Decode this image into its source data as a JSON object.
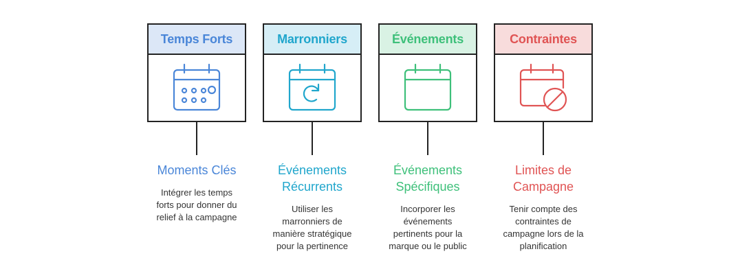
{
  "columns": [
    {
      "header": "Temps Forts",
      "icon": "calendar-dots-icon",
      "title_lines": [
        "Moments Clés"
      ],
      "desc_lines": [
        "Intégrer les temps",
        "forts pour donner du",
        "relief à la campagne"
      ],
      "color": "#4a86d8",
      "bg": "#dce7f7"
    },
    {
      "header": "Marronniers",
      "icon": "calendar-refresh-icon",
      "title_lines": [
        "Événements",
        "Récurrents"
      ],
      "desc_lines": [
        "Utiliser les",
        "marronniers de",
        "manière stratégique",
        "pour la pertinence"
      ],
      "color": "#20a6cc",
      "bg": "#d6eef6"
    },
    {
      "header": "Événements",
      "icon": "calendar-blank-icon",
      "title_lines": [
        "Événements",
        "Spécifiques"
      ],
      "desc_lines": [
        "Incorporer les",
        "événements",
        "pertinents pour la",
        "marque ou le public"
      ],
      "color": "#3ec07a",
      "bg": "#d9f2e4"
    },
    {
      "header": "Contraintes",
      "icon": "calendar-forbidden-icon",
      "title_lines": [
        "Limites de",
        "Campagne"
      ],
      "desc_lines": [
        "Tenir compte des",
        "contraintes de",
        "campagne lors de la",
        "planification"
      ],
      "color": "#e05454",
      "bg": "#f8dcdc"
    }
  ]
}
